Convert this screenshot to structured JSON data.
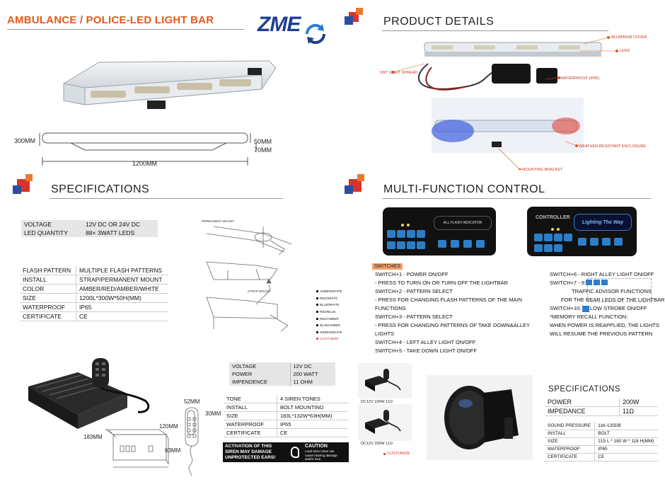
{
  "q1": {
    "title": "AMBULANCE / POLICE-LED LIGHT BAR",
    "logo": "ZME",
    "dims": {
      "h": "300MM",
      "d1": "50MM",
      "d2": "70MM",
      "w": "1200MM"
    }
  },
  "q2": {
    "title": "PRODUCT DETAILS",
    "callouts": {
      "aluminum": "ALUMINUM COVER",
      "lens": "LENS",
      "spread": "180° LIGHT SPREAD",
      "waterproof": "WATERPROOF (IP65)",
      "weather": "WEATHER-RESISTANT ENCLOSURE",
      "bracket": "MOUNTING BRACKET"
    }
  },
  "q3": {
    "title": "SPECIFICATIONS",
    "spec1": [
      {
        "k": "VOLTAGE",
        "v": "12V DC OR 24V DC"
      },
      {
        "k": "LED QUANTITY",
        "v": "88× 3WATT LEDS"
      }
    ],
    "spec2": [
      {
        "k": "FLASH PATTERN",
        "v": "MULTIPLE FLASH PATTERNS"
      },
      {
        "k": "INSTALL",
        "v": "STRAP/PERMANENT MOUNT"
      },
      {
        "k": "COLOR",
        "v": "AMBER/RED/AMBER/WHITE"
      },
      {
        "k": "SIZE",
        "v": "1200L*300W*50H(MM)"
      },
      {
        "k": "WATERPROOF",
        "v": "IP65"
      },
      {
        "k": "CERTIFICATE",
        "v": "CE"
      }
    ],
    "permanent_mount": "PERMANENT MOUNT",
    "strap_mount": "STRAP MOUNT",
    "colors": [
      {
        "label": "AMBER/WHITE",
        "color": "#222"
      },
      {
        "label": "RED/WHITE",
        "color": "#222"
      },
      {
        "label": "BLUE/WHITE",
        "color": "#222"
      },
      {
        "label": "RED/BLUE",
        "color": "#222"
      },
      {
        "label": "RED/AMBER",
        "color": "#222"
      },
      {
        "label": "BLUE/AMBER",
        "color": "#222"
      },
      {
        "label": "GREEN/WHITE",
        "color": "#222"
      },
      {
        "label": "CUSTOMIZE",
        "color": "#d9342b"
      }
    ]
  },
  "q4": {
    "title": "MULTI-FUNCTION CONTROL",
    "panel1_text": "ALL FLASH INDICATOR",
    "panel2_title": "CONTROLLER",
    "panel2_text": "Lighting The Way",
    "switches_label": "SWITCHES",
    "left_lines": [
      "SWITCH+1 - POWER ON/OFF",
      "- PRESS TO TURN ON OR TURN OFF THE LIGHTBAR",
      "SWITCH+2 - PATTERN SELECT",
      "- PRESS FOR CHANGING FLASH PATTERNS OF THE MAIN FUNCTIONS",
      "SWITCH+3 - PATTERN SELECT",
      "- PRESS FOR CHANGING PATTERNS OF TAKE DOWN&ALLEY LIGHTS",
      "SWITCH+4 - LEFT ALLEY LIGHT ON/OFF",
      "SWITCH+5 - TAKE DOWN LIGHT ON/OFF"
    ],
    "right_sw6": "SWITCH+6 - RIGHT ALLEY LIGHT ON/OFF",
    "right_sw79": "SWITCH+7 - 9:",
    "traffic1": "TRAFFIC ADVISOR FUNCTIONS",
    "traffic2": "FOR THE REAR LEDS OF THE LIGHTBAR",
    "right_sw10a": "SWITCH+10:",
    "right_sw10b": "LOW STROBE ON/OFF",
    "memory": [
      "*MEMORY RECALL FUNCTION:",
      "WHEN POWER IS REAPPLIED, THE LIGHTS",
      "WILL RESUME THE PREVIOUS PATTERN"
    ]
  },
  "q5": {
    "dims": {
      "d52": "52MM",
      "d30": "30MM",
      "d120": "120MM",
      "d183": "183MM",
      "d63": "63MM"
    },
    "spec_a": [
      {
        "k": "VOLTAGE",
        "v": "12V DC"
      },
      {
        "k": "POWER",
        "v": "200 WATT"
      },
      {
        "k": "IMPENDENCE",
        "v": "11 OHM"
      }
    ],
    "spec_b": [
      {
        "k": "TONE",
        "v": "4 SIREN TONES"
      },
      {
        "k": "INSTALL",
        "v": "BOLT MOUNTING"
      },
      {
        "k": "SIZE",
        "v": "183L*132W*63H(MM)"
      },
      {
        "k": "WATERPROOF",
        "v": "IP65"
      },
      {
        "k": "CERTIFICATE",
        "v": "CE"
      }
    ],
    "warning": [
      "ACTIVATION OF THIS",
      "SIREN MAY DAMAGE",
      "UNPROTECTED EARS!"
    ],
    "caution_title": "CAUTION",
    "caution_text": [
      "Loud siren noise can",
      "cause hearing damage",
      "and/or loss."
    ],
    "cap1": "DC12V 100W 11Ω",
    "cap2": "DC12V 200W 11Ω",
    "customize": "CUSTOMIZE"
  },
  "q6": {
    "title": "SPECIFICATIONS",
    "big": [
      {
        "k": "POWER",
        "v": "200W"
      },
      {
        "k": "IMPEDANCE",
        "v": "11Ω"
      }
    ],
    "small": [
      {
        "k": "SOUND PRESSURE",
        "v": "116-120DB"
      },
      {
        "k": "INSTALL",
        "v": "BOLT"
      },
      {
        "k": "SIZE",
        "v": "215 L * 180 W * 118 H(MM)"
      },
      {
        "k": "WATERPROOF",
        "v": "IP65"
      },
      {
        "k": "CERTIFICATE",
        "v": "CE"
      }
    ]
  },
  "accent": "#e25a1c",
  "blue": "#2a4fa3",
  "red": "#d9342b"
}
